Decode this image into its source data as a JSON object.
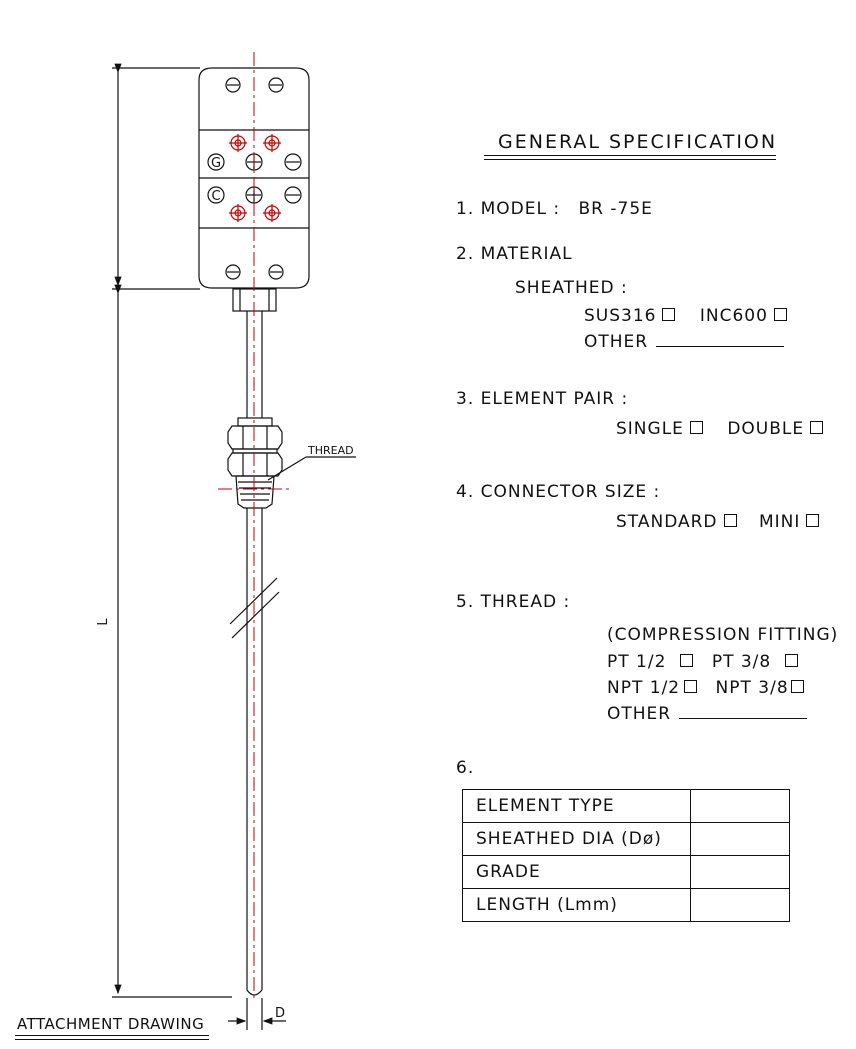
{
  "title": "GENERAL SPECIFICATION",
  "model": {
    "label": "1. MODEL :",
    "value": "BR -75E"
  },
  "material": {
    "label": "2. MATERIAL",
    "sheathed_label": "SHEATHED :",
    "options": [
      "SUS316",
      "INC600"
    ],
    "other_label": "OTHER"
  },
  "element_pair": {
    "label": "3. ELEMENT PAIR :",
    "options": [
      "SINGLE",
      "DOUBLE"
    ]
  },
  "connector_size": {
    "label": "4. CONNECTOR SIZE :",
    "options": [
      "STANDARD",
      "MINI"
    ]
  },
  "thread": {
    "label": "5. THREAD :",
    "note": "(COMPRESSION FITTING)",
    "options": [
      "PT 1/2",
      "PT 3/8",
      "NPT 1/2",
      "NPT 3/8"
    ],
    "other_label": "OTHER"
  },
  "table": {
    "label": "6.",
    "rows": [
      "ELEMENT TYPE",
      "SHEATHED DIA (Dø)",
      "GRADE",
      "LENGTH (Lmm)"
    ]
  },
  "drawing": {
    "thread_label": "THREAD",
    "length_label": "L",
    "diameter_label": "D",
    "caption": "ATTACHMENT DRAWING",
    "line_color": "#111111",
    "centerline_color": "#cc0000"
  }
}
